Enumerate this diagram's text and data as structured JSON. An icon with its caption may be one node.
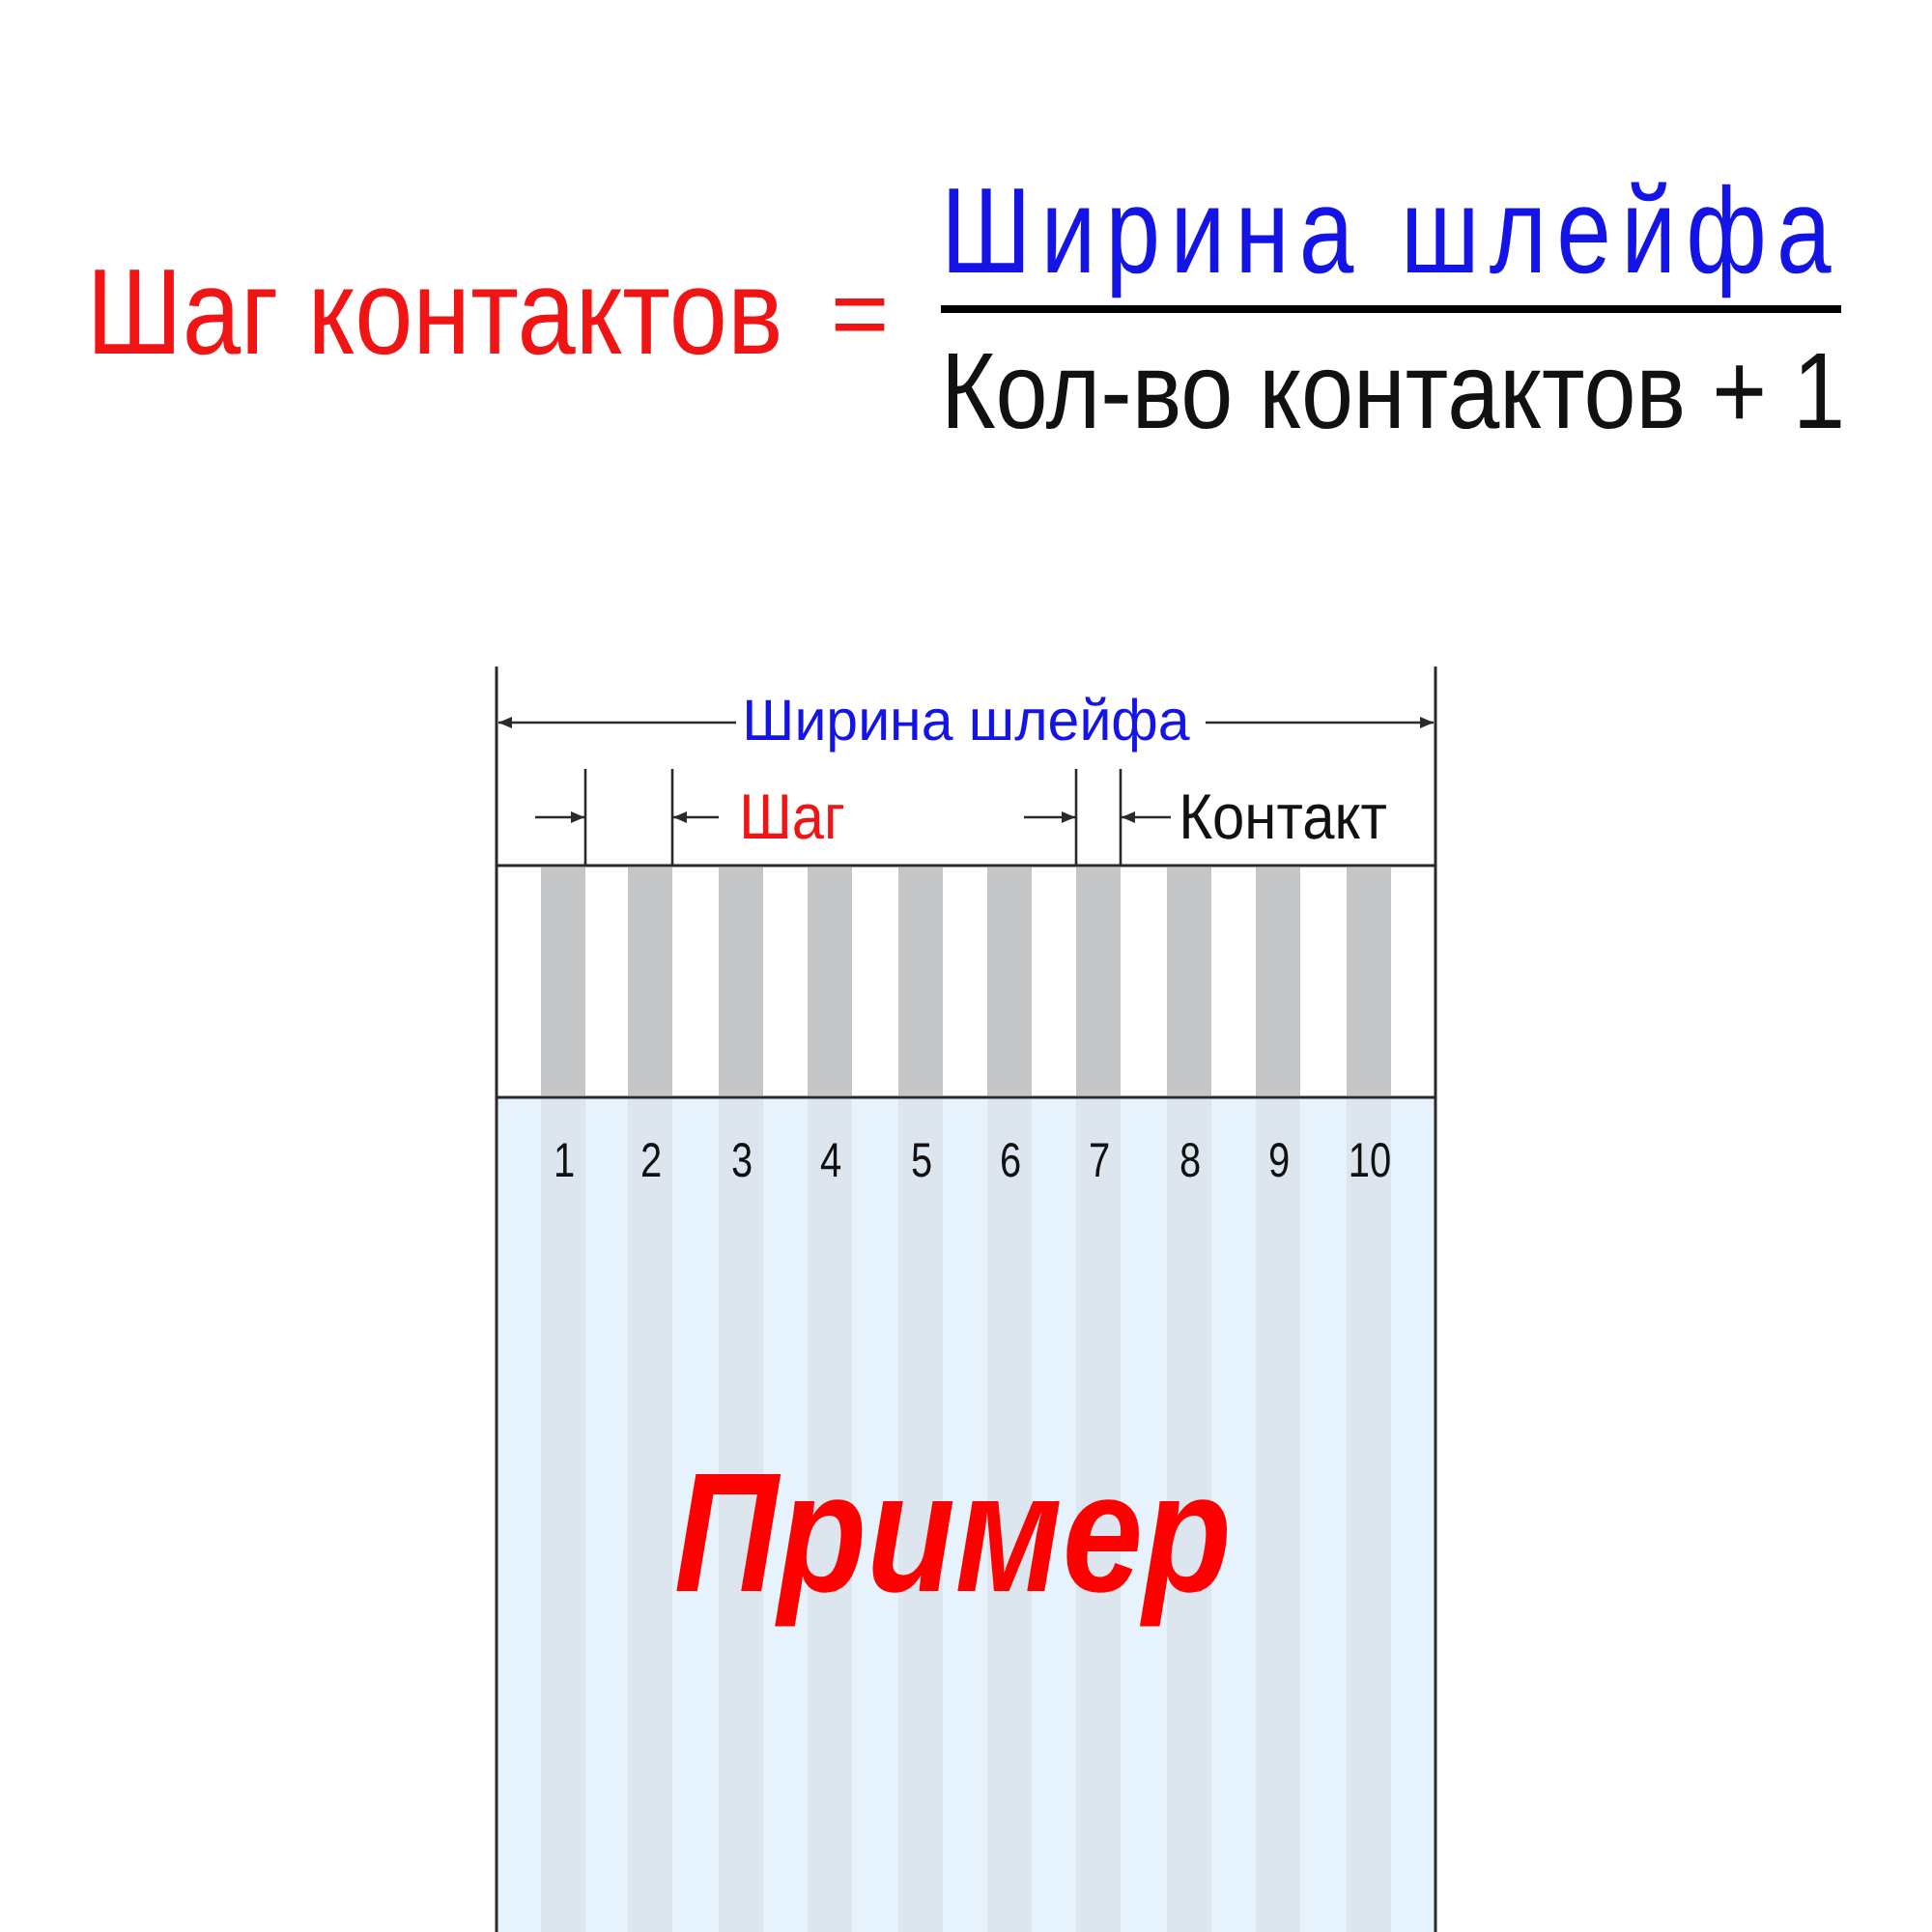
{
  "diagram": {
    "labels": [
      "Шаг контактов",
      "=",
      "Ширина шлейфа",
      "Кол-во контактов + 1",
      "Ширина шлейфа",
      "Шаг",
      "Контакт",
      "1",
      "2",
      "3",
      "4",
      "5",
      "6",
      "7",
      "8",
      "9",
      "10",
      "Пример"
    ]
  }
}
